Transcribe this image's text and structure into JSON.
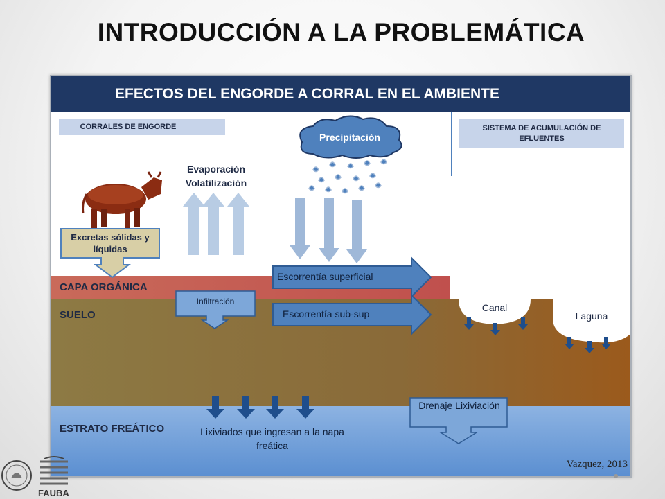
{
  "slide": {
    "title": "INTRODUCCIÓN A LA PROBLEMÁTICA",
    "citation": "Vazquez, 2013"
  },
  "diagram": {
    "header": "EFECTOS DEL ENGORDE A CORRAL EN EL AMBIENTE",
    "box_corrales": "CORRALES DE ENGORDE",
    "box_sistema": "SISTEMA  DE ACUMULACIÓN DE EFLUENTES",
    "excretas": "Excretas sólidas y líquidas",
    "evaporacion": "Evaporación Volatilización",
    "precipitacion": "Precipitación",
    "escorrentia_superficial": "Escorrentía superficial",
    "escorrentia_sub": "Escorrentía sub-sup",
    "infiltracion": "Infiltración",
    "canal": "Canal",
    "laguna": "Laguna",
    "capa_organica": "CAPA ORGÁNICA",
    "suelo": "SUELO",
    "estrato_freatico": "ESTRATO FREÁTICO",
    "lixiviados": "Lixiviados que ingresan a la napa freática",
    "drenaje": "Drenaje Lixiviación"
  },
  "logo": {
    "text": "FAUBA"
  },
  "colors": {
    "header": "#1f3864",
    "label_box": "#c7d4ea",
    "capa_organica": "#c0504d",
    "suelo": "#8b6e3c",
    "freatico": "#5b8fd1",
    "arrow_blue": "#4f81bd"
  }
}
